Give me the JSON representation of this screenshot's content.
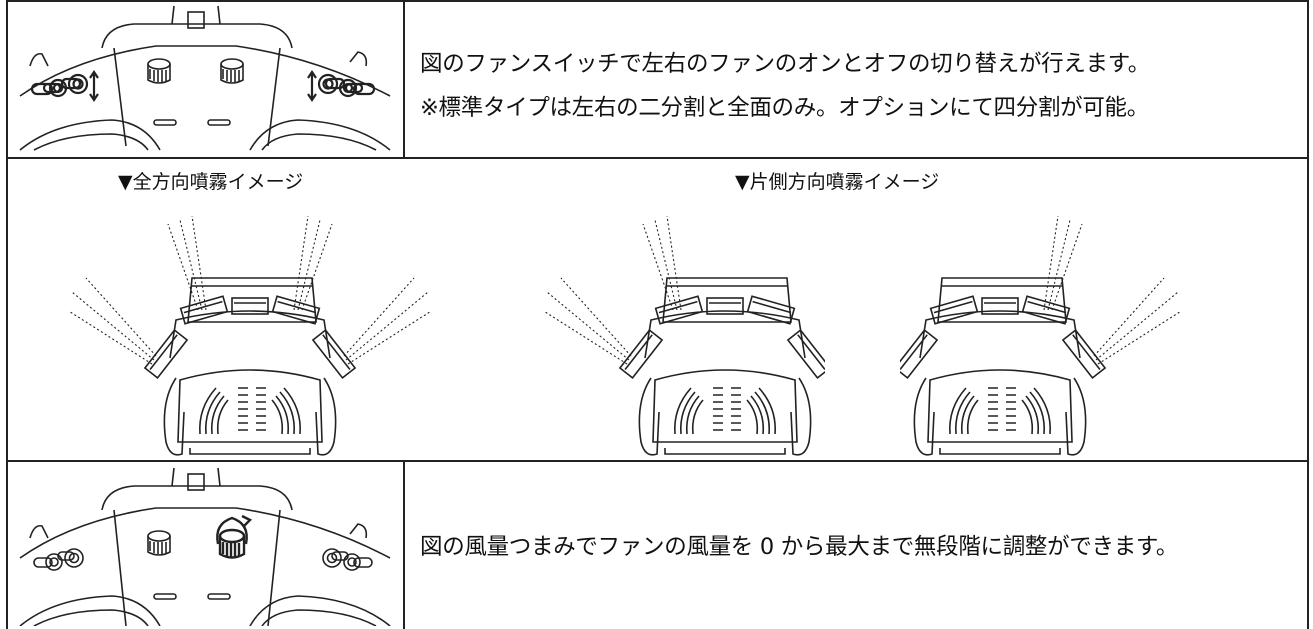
{
  "row1": {
    "line1": "図のファンスイッチで左右のファンのオンとオフの切り替えが行えます。",
    "line2": "※標準タイプは左右の二分割と全面のみ。オプションにて四分割が可能。"
  },
  "row2": {
    "caption_all": "▼全方向噴霧イメージ",
    "caption_one": "▼片側方向噴霧イメージ"
  },
  "row3": {
    "line1": "図の風量つまみでファンの風量を 0 から最大まで無段階に調整ができます。"
  },
  "icons": [
    "fan-switch-controller-icon",
    "sprayer-all-direction-icon",
    "sprayer-one-side-icon",
    "fan-volume-knob-controller-icon"
  ]
}
